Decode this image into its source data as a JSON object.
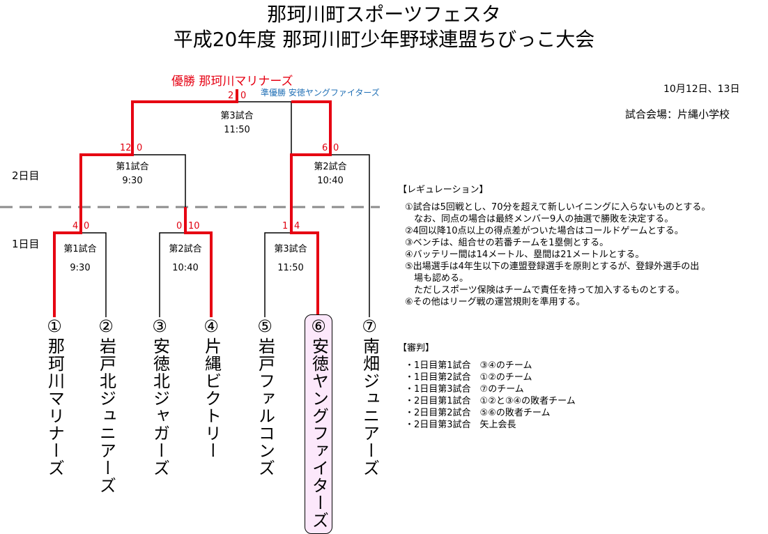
{
  "title_line1": "那珂川町スポーツフェスタ",
  "title_line2": "平成20年度 那珂川町少年野球連盟ちびっこ大会",
  "champion": "優勝 那珂川マリナーズ",
  "runner_up": "準優勝 安徳ヤングファイターズ",
  "dates": "10月12日、13日",
  "venue": "試合会場：片縄小学校",
  "day2_label": "2日目",
  "day1_label": "1日目",
  "matches": [
    {
      "name": "第3試合",
      "time": "11:50",
      "score_left": "2",
      "score_right": "0"
    },
    {
      "name": "第1試合",
      "time": "9:30",
      "score_left": "12",
      "score_right": "0"
    },
    {
      "name": "第2試合",
      "time": "10:40",
      "score_left": "6",
      "score_right": "0"
    },
    {
      "name": "第1試合",
      "time": "9:30",
      "score_left": "4",
      "score_right": "0"
    },
    {
      "name": "第2試合",
      "time": "10:40",
      "score_left": "0",
      "score_right": "10"
    },
    {
      "name": "第3試合",
      "time": "11:50",
      "score_left": "1",
      "score_right": "4"
    }
  ],
  "teams": [
    {
      "num": "①",
      "name": "那珂川マリナーズ"
    },
    {
      "num": "②",
      "name": "岩戸北ジュニアーズ"
    },
    {
      "num": "③",
      "name": "安徳北ジャガーズ"
    },
    {
      "num": "④",
      "name": "片縄ビクトリー"
    },
    {
      "num": "⑤",
      "name": "岩戸ファルコンズ"
    },
    {
      "num": "⑥",
      "name": "安徳ヤングファイターズ"
    },
    {
      "num": "⑦",
      "name": "南畑ジュニアーズ"
    }
  ],
  "regulation": {
    "heading": "【レギュレーション】",
    "lines": [
      "①試合は5回戦とし、70分を超えて新しいイニングに入らないものとする。",
      "　なお、同点の場合は最終メンバー9人の抽選で勝敗を決定する。",
      "②4回以降10点以上の得点差がついた場合はコールドゲームとする。",
      "③ベンチは、組合せの若番チームを1塁側とする。",
      "④バッテリー間は14メートル、塁間は21メートルとする。",
      "⑤出場選手は4年生以下の連盟登録選手を原則とするが、登録外選手の出",
      "　場も認める。",
      "　ただしスポーツ保険はチームで責任を持って加入するものとする。",
      "⑥その他はリーグ戦の運営規則を準用する。"
    ]
  },
  "referee": {
    "heading": "【審判】",
    "lines": [
      "・1日目第1試合　③④のチーム",
      "・1日目第2試合　①②のチーム",
      "・1日目第3試合　⑦のチーム",
      "・2日目第1試合　①②と③④の敗者チーム",
      "・2日目第2試合　⑤⑥の敗者チーム",
      "・2日目第3試合　矢上会長"
    ]
  },
  "colors": {
    "winner_line": "#e60012",
    "runner_up_text": "#1f6fb5",
    "highlight_bg": "#fce8fb"
  }
}
